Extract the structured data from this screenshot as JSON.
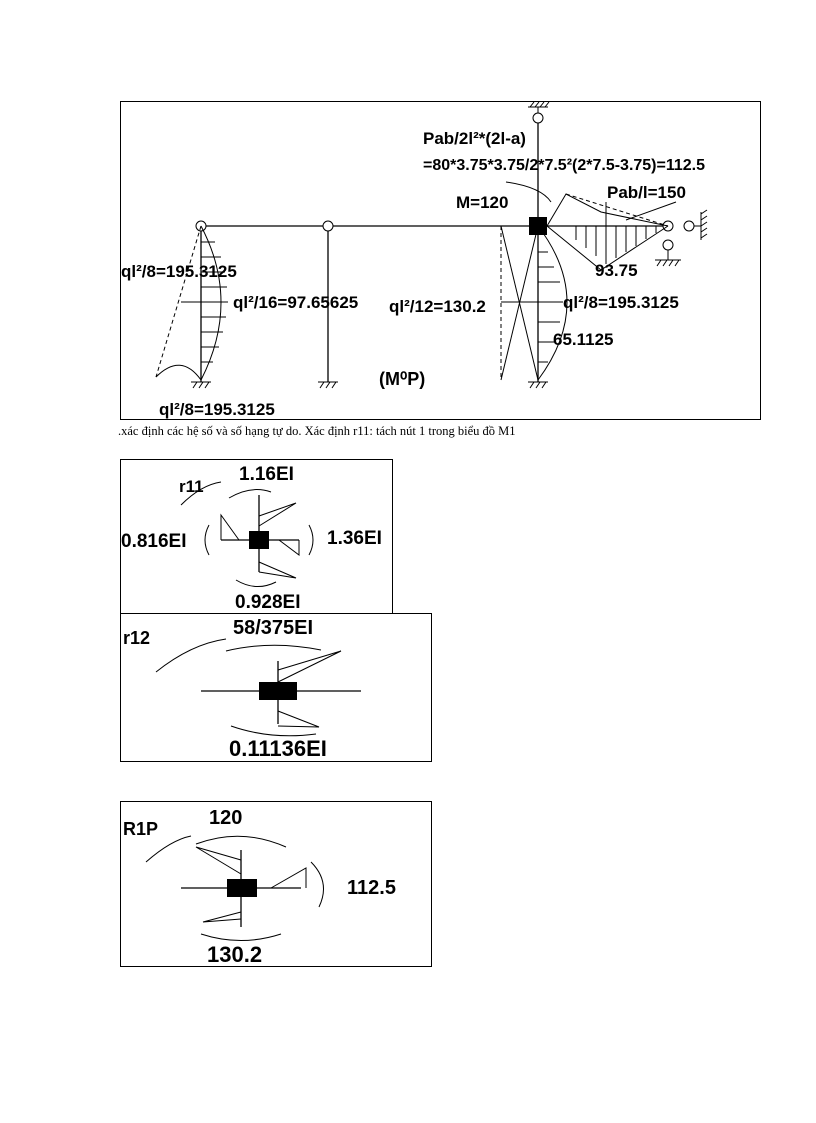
{
  "main_diagram": {
    "label_pab_formula": "Pab/2l²*(2l-a)",
    "label_pab_value": "=80*3.75*3.75/2*7.5²(2*7.5-3.75)=112.5",
    "label_moment": "M=120",
    "label_pab_l": "Pab/l=150",
    "label_9375": "93.75",
    "label_left_ql8_top": "ql²/8=195.3125",
    "label_ql16": "ql²/16=97.65625",
    "label_ql12": "ql²/12=130.2",
    "label_right_ql8": "ql²/8=195.3125",
    "label_651125": "65.1125",
    "label_mp": "(M⁰P)",
    "label_left_ql8_bottom": "ql²/8=195.3125"
  },
  "caption": ".xác định các hệ số và số hạng tự do. Xác định r11: tách nút 1 trong biểu đồ M1",
  "r11_diagram": {
    "name": "r11",
    "top": "1.16EI",
    "left": "0.816EI",
    "right": "1.36EI",
    "bottom": "0.928EI"
  },
  "r12_diagram": {
    "name": "r12",
    "top": "58/375EI",
    "bottom": "0.11136EI"
  },
  "r1p_diagram": {
    "name": "R1P",
    "top": "120",
    "right": "112.5",
    "bottom": "130.2"
  }
}
